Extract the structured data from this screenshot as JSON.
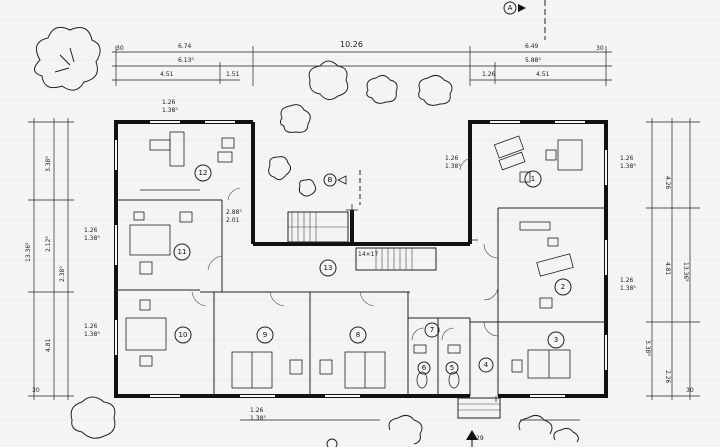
{
  "markers": {
    "a": "A",
    "b": "B"
  },
  "rooms": [
    {
      "id": "r1",
      "label": "1"
    },
    {
      "id": "r2",
      "label": "2"
    },
    {
      "id": "r3",
      "label": "3"
    },
    {
      "id": "r4",
      "label": "4"
    },
    {
      "id": "r5",
      "label": "5"
    },
    {
      "id": "r6",
      "label": "6"
    },
    {
      "id": "r7",
      "label": "7"
    },
    {
      "id": "r8",
      "label": "8"
    },
    {
      "id": "r9",
      "label": "9"
    },
    {
      "id": "r10",
      "label": "10"
    },
    {
      "id": "r11",
      "label": "11"
    },
    {
      "id": "r12",
      "label": "12"
    },
    {
      "id": "r13",
      "label": "13"
    }
  ],
  "dimensions": {
    "top_total": "10.26",
    "top_left": "6.74",
    "top_left_sub": "6.13⁵",
    "top_left_a": "4.51",
    "top_left_b": "1.51",
    "top_left_c": "30",
    "top_right": "6.49",
    "top_right_sub": "5.88⁵",
    "top_right_a": "4.51",
    "top_right_b": "1.26",
    "top_right_c": "30",
    "left_total": "13.36⁵",
    "left_a": "3.38⁵",
    "left_b": "2.12⁵",
    "left_c": "2.38⁵",
    "left_d": "4.81",
    "left_e": "30",
    "right_total": "13.36⁵",
    "right_a": "4.26",
    "right_b": "4.81",
    "right_c": "3.38⁵",
    "right_d": "2.26",
    "right_e": "30",
    "win_w": "1.26",
    "win_h": "1.38⁵",
    "door_w": "2.01",
    "door_h": "2.88⁵",
    "stair": "14×17",
    "stair_step": "29"
  }
}
